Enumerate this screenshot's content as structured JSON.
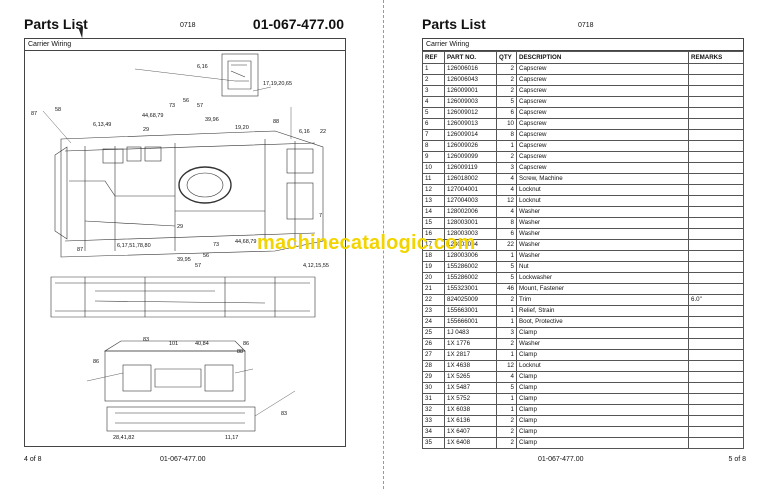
{
  "left_page": {
    "title": "Parts List",
    "code": "0718",
    "part_number": "01-067-477.00",
    "section": "Carrier Wiring",
    "footer_page": "4 of 8",
    "footer_part": "01-067-477.00",
    "callouts": [
      "6,16",
      "17,19,20,65",
      "73",
      "56",
      "57",
      "44,68,79",
      "39,96",
      "29",
      "19,20",
      "88",
      "6,16",
      "22",
      "87",
      "58",
      "6,13,49",
      "7",
      "87",
      "6,17,51,78,80",
      "29",
      "73",
      "44,68,79",
      "39,95",
      "56",
      "57",
      "4,12,15,55",
      "83",
      "101",
      "40,84",
      "86",
      "86",
      "88",
      "83",
      "28,41,82",
      "11,17"
    ]
  },
  "right_page": {
    "title": "Parts List",
    "code": "0718",
    "section": "Carrier Wiring",
    "footer_part": "01-067-477.00",
    "footer_page": "5 of 8",
    "columns": [
      "REF",
      "PART NO.",
      "QTY",
      "DESCRIPTION",
      "REMARKS"
    ],
    "rows": [
      [
        "1",
        "126006016",
        "2",
        "Capscrew",
        ""
      ],
      [
        "2",
        "126006043",
        "2",
        "Capscrew",
        ""
      ],
      [
        "3",
        "126009001",
        "2",
        "Capscrew",
        ""
      ],
      [
        "4",
        "126009003",
        "5",
        "Capscrew",
        ""
      ],
      [
        "5",
        "126009012",
        "6",
        "Capscrew",
        ""
      ],
      [
        "6",
        "126009013",
        "10",
        "Capscrew",
        ""
      ],
      [
        "7",
        "126009014",
        "8",
        "Capscrew",
        ""
      ],
      [
        "8",
        "126009026",
        "1",
        "Capscrew",
        ""
      ],
      [
        "9",
        "126009099",
        "2",
        "Capscrew",
        ""
      ],
      [
        "10",
        "126009119",
        "3",
        "Capscrew",
        ""
      ],
      [
        "11",
        "126018002",
        "4",
        "Screw, Machine",
        ""
      ],
      [
        "12",
        "127004001",
        "4",
        "Locknut",
        ""
      ],
      [
        "13",
        "127004003",
        "12",
        "Locknut",
        ""
      ],
      [
        "14",
        "128002006",
        "4",
        "Washer",
        ""
      ],
      [
        "15",
        "128003001",
        "8",
        "Washer",
        ""
      ],
      [
        "16",
        "128003003",
        "6",
        "Washer",
        ""
      ],
      [
        "17",
        "128003004",
        "22",
        "Washer",
        ""
      ],
      [
        "18",
        "128003006",
        "1",
        "Washer",
        ""
      ],
      [
        "19",
        "155286002",
        "5",
        "Nut",
        ""
      ],
      [
        "20",
        "155286002",
        "5",
        "Lockwasher",
        ""
      ],
      [
        "21",
        "155323001",
        "46",
        "Mount, Fastener",
        ""
      ],
      [
        "22",
        "824025009",
        "2",
        "Trim",
        "6.0\""
      ],
      [
        "23",
        "155663001",
        "1",
        "Relief, Strain",
        ""
      ],
      [
        "24",
        "155666001",
        "1",
        "Boot, Protective",
        ""
      ],
      [
        "25",
        "1J 0483",
        "3",
        "Clamp",
        ""
      ],
      [
        "26",
        "1X 1776",
        "2",
        "Washer",
        ""
      ],
      [
        "27",
        "1X 2817",
        "1",
        "Clamp",
        ""
      ],
      [
        "28",
        "1X 4638",
        "12",
        "Locknut",
        ""
      ],
      [
        "29",
        "1X 5265",
        "4",
        "Clamp",
        ""
      ],
      [
        "30",
        "1X 5487",
        "5",
        "Clamp",
        ""
      ],
      [
        "31",
        "1X 5752",
        "1",
        "Clamp",
        ""
      ],
      [
        "32",
        "1X 6038",
        "1",
        "Clamp",
        ""
      ],
      [
        "33",
        "1X 6136",
        "2",
        "Clamp",
        ""
      ],
      [
        "34",
        "1X 6407",
        "2",
        "Clamp",
        ""
      ],
      [
        "35",
        "1X 6408",
        "2",
        "Clamp",
        ""
      ]
    ]
  },
  "watermark": "machinecatalogic.com",
  "colors": {
    "watermark": "#f2d400",
    "border": "#444444"
  }
}
